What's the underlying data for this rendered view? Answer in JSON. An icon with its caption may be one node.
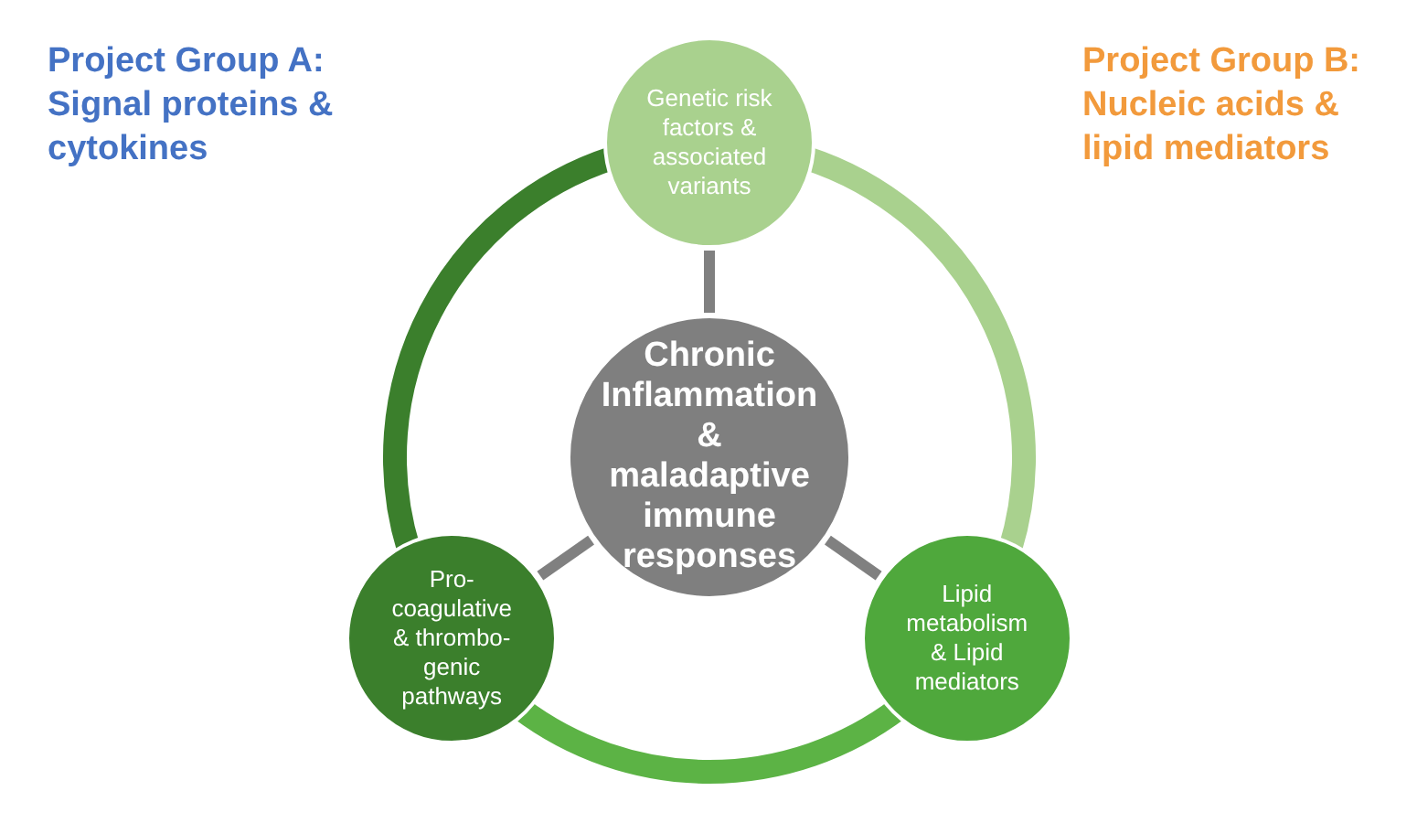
{
  "diagram": {
    "nodes": [
      {
        "text": [
          "Chronic Inflammation & maladaptive immune responses"
        ]
      },
      {
        "text": [
          "Genetic risk factors & associated variants"
        ]
      },
      {
        "text": [
          "Pro-coagulative & thrombo-genic pathways"
        ]
      },
      {
        "text": [
          "Lipid metabolism & Lipid mediators"
        ]
      }
    ],
    "edges": [
      {
        "from": 0,
        "to": 1,
        "arrow": "none"
      },
      {
        "from": 0,
        "to": 2,
        "arrow": "none"
      },
      {
        "from": 0,
        "to": 3,
        "arrow": "none"
      },
      {
        "from": 1,
        "to": 2,
        "arrow": "none",
        "style": "thick",
        "color": "#3b7f2c"
      },
      {
        "from": 1,
        "to": 3,
        "arrow": "none",
        "style": "thick",
        "color": "#a9d18e"
      },
      {
        "from": 3,
        "to": 2,
        "arrow": "none",
        "style": "thick",
        "color": "#5cb345"
      }
    ],
    "labels": [
      "Project Group A: Signal proteins & cytokines",
      "Project Group B: Nucleic acids & lipid mediators"
    ]
  }
}
